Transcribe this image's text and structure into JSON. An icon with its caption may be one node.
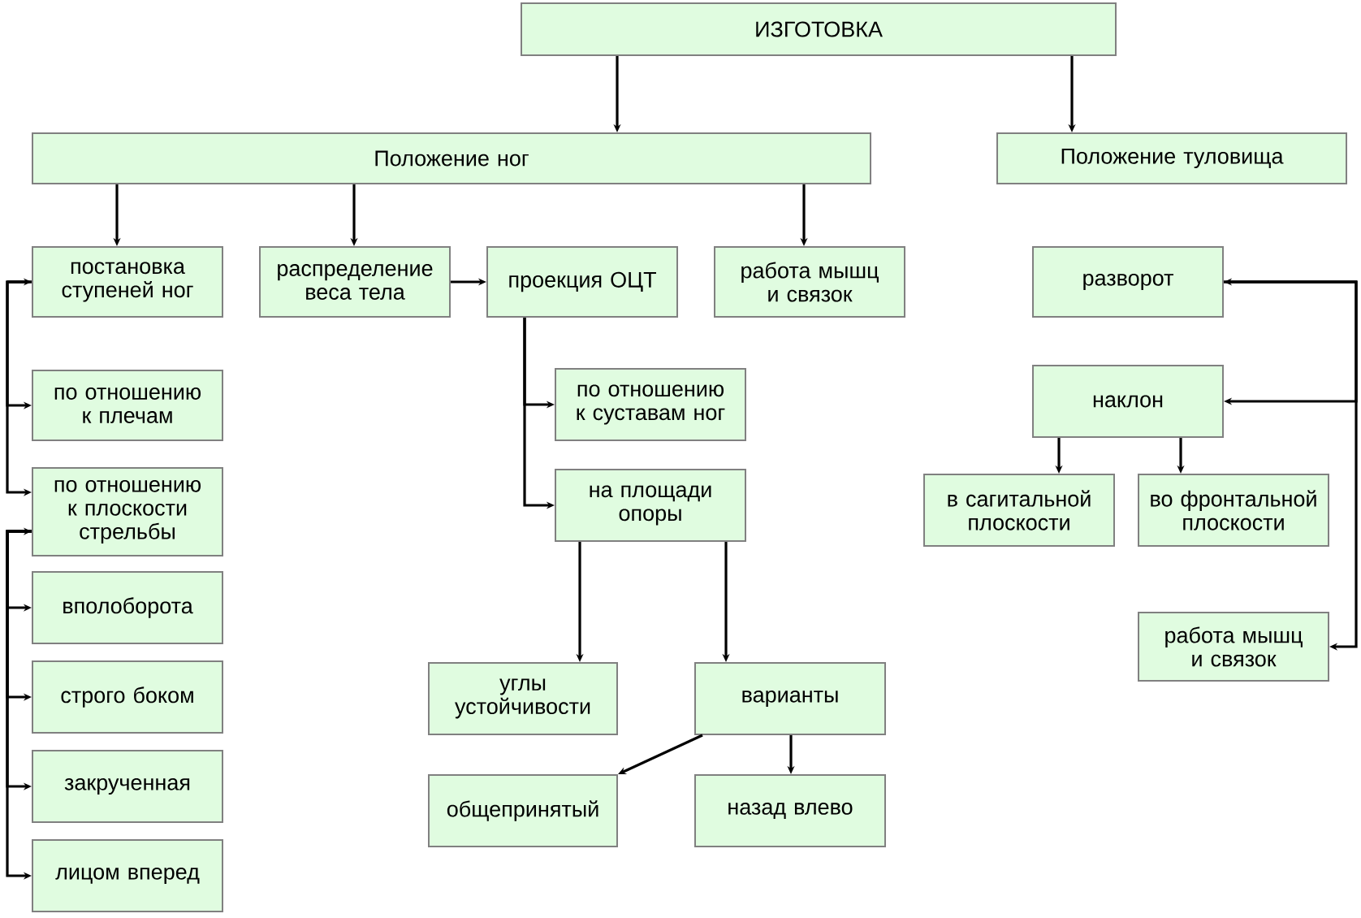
{
  "diagram": {
    "nodes": [
      {
        "text": [
          "ИЗГОТОВКА"
        ]
      },
      {
        "text": [
          "Положение ног"
        ]
      },
      {
        "text": [
          "Положение туловища"
        ]
      },
      {
        "text": [
          "постановка ступеней ног"
        ]
      },
      {
        "text": [
          "распределение веса тела"
        ]
      },
      {
        "text": [
          "проекция ОЦТ"
        ]
      },
      {
        "text": [
          "работа мышц и связок"
        ]
      },
      {
        "text": [
          "по отношению к плечам"
        ]
      },
      {
        "text": [
          "по отношению к плоскости стрельбы"
        ]
      },
      {
        "text": [
          "вполоборота"
        ]
      },
      {
        "text": [
          "строго боком"
        ]
      },
      {
        "text": [
          "закрученная"
        ]
      },
      {
        "text": [
          "лицом вперед"
        ]
      },
      {
        "text": [
          "по отношению к суставам ног"
        ]
      },
      {
        "text": [
          "на площади опоры"
        ]
      },
      {
        "text": [
          "углы устойчивости"
        ]
      },
      {
        "text": [
          "варианты"
        ]
      },
      {
        "text": [
          "общепринятый"
        ]
      },
      {
        "text": [
          "назад влево"
        ]
      },
      {
        "text": [
          "разворот"
        ]
      },
      {
        "text": [
          "наклон"
        ]
      },
      {
        "text": [
          "в сагитальной плоскости"
        ]
      },
      {
        "text": [
          "во фронтальной плоскости"
        ]
      },
      {
        "text": [
          "работа мышц и связок"
        ]
      }
    ],
    "edges": [
      {
        "from": 0,
        "to": 1,
        "arrow": "to"
      },
      {
        "from": 0,
        "to": 2,
        "arrow": "to"
      },
      {
        "from": 1,
        "to": 3,
        "arrow": "to"
      },
      {
        "from": 1,
        "to": 4,
        "arrow": "to"
      },
      {
        "from": 1,
        "to": 6,
        "arrow": "to"
      },
      {
        "from": 4,
        "to": 5,
        "arrow": "to"
      },
      {
        "from": 5,
        "to": 13,
        "arrow": "to"
      },
      {
        "from": 5,
        "to": 14,
        "arrow": "to"
      },
      {
        "from": 14,
        "to": 15,
        "arrow": "to"
      },
      {
        "from": 14,
        "to": 16,
        "arrow": "to"
      },
      {
        "from": 16,
        "to": 17,
        "arrow": "to"
      },
      {
        "from": 16,
        "to": 18,
        "arrow": "to"
      },
      {
        "from": 20,
        "to": 21,
        "arrow": "to"
      },
      {
        "from": 20,
        "to": 22,
        "arrow": "to"
      },
      {
        "from": null,
        "to": 3,
        "arrow": "to"
      },
      {
        "from": 3,
        "to": 7,
        "arrow": "to"
      },
      {
        "from": 3,
        "to": 8,
        "arrow": "to"
      },
      {
        "from": null,
        "to": 8,
        "arrow": "to"
      },
      {
        "from": 8,
        "to": 9,
        "arrow": "to"
      },
      {
        "from": 8,
        "to": 10,
        "arrow": "to"
      },
      {
        "from": 8,
        "to": 11,
        "arrow": "to"
      },
      {
        "from": 8,
        "to": 12,
        "arrow": "to"
      },
      {
        "from": null,
        "to": 19,
        "arrow": "to"
      },
      {
        "from": 19,
        "to": 20,
        "arrow": "to"
      },
      {
        "from": 19,
        "to": 23,
        "arrow": "to"
      }
    ]
  }
}
